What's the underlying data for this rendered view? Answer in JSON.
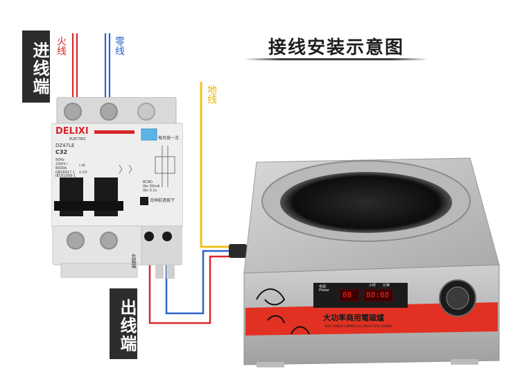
{
  "labels": {
    "input_terminal": "进线端",
    "output_terminal": "出线端",
    "live_wire": "火线",
    "neutral_wire": "零线",
    "ground_wire": "地线",
    "load_terminal": "负载端"
  },
  "title": "接线安装示意图",
  "breaker": {
    "brand": "DELIXI",
    "brand_sub": "ELECTRIC",
    "model": "DZ47LE",
    "rating": "C32",
    "spec_lines": [
      "50Hz",
      "230/V~",
      "6000A"
    ],
    "std_lines": [
      "GB16917.1",
      "IEC61009-1"
    ],
    "on_off": [
      "I ON",
      "O OFF"
    ],
    "monthly_test": "每月按一次",
    "reset_note": "合闸前请按下",
    "rcbo_lines": [
      "RCBO",
      "IΔn 30mA",
      "IΔn 0.1s"
    ]
  },
  "cooker": {
    "panel_labels": [
      "电源",
      "Power",
      "小时",
      "分钟"
    ],
    "display_1": "88",
    "display_2": "88:88",
    "brand_text": "大功率商用電磁爐",
    "brand_sub": "HIGH POWER COMMERCIAL INDUCTION COOKER"
  },
  "colors": {
    "live": "#d9262a",
    "neutral": "#2a62c9",
    "ground": "#f1c21b",
    "label_bg": "#2d2d2d"
  }
}
